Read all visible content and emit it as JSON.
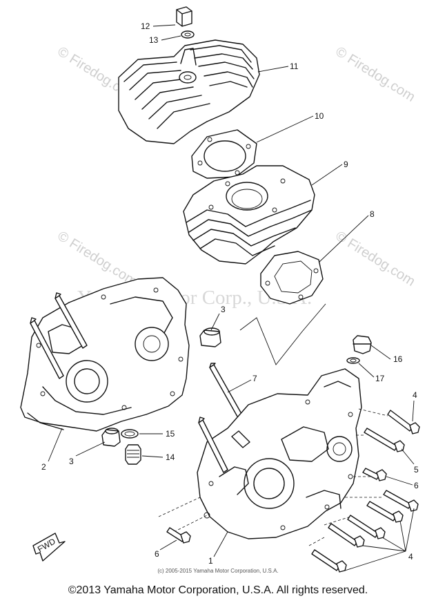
{
  "callouts": [
    "1",
    "2",
    "3",
    "3",
    "4",
    "4",
    "5",
    "6",
    "6",
    "7",
    "8",
    "9",
    "10",
    "11",
    "12",
    "13",
    "14",
    "15",
    "16",
    "17"
  ],
  "fwd_label": "FWD",
  "watermarks": {
    "firedog": "© Firedog.com",
    "center": "Yamaha Motor Corp., U.S.A."
  },
  "small_copyright": "(c) 2005-2015 Yamaha Motor Corporation, U.S.A.",
  "footer": "©2013 Yamaha Motor Corporation, U.S.A. All rights reserved."
}
